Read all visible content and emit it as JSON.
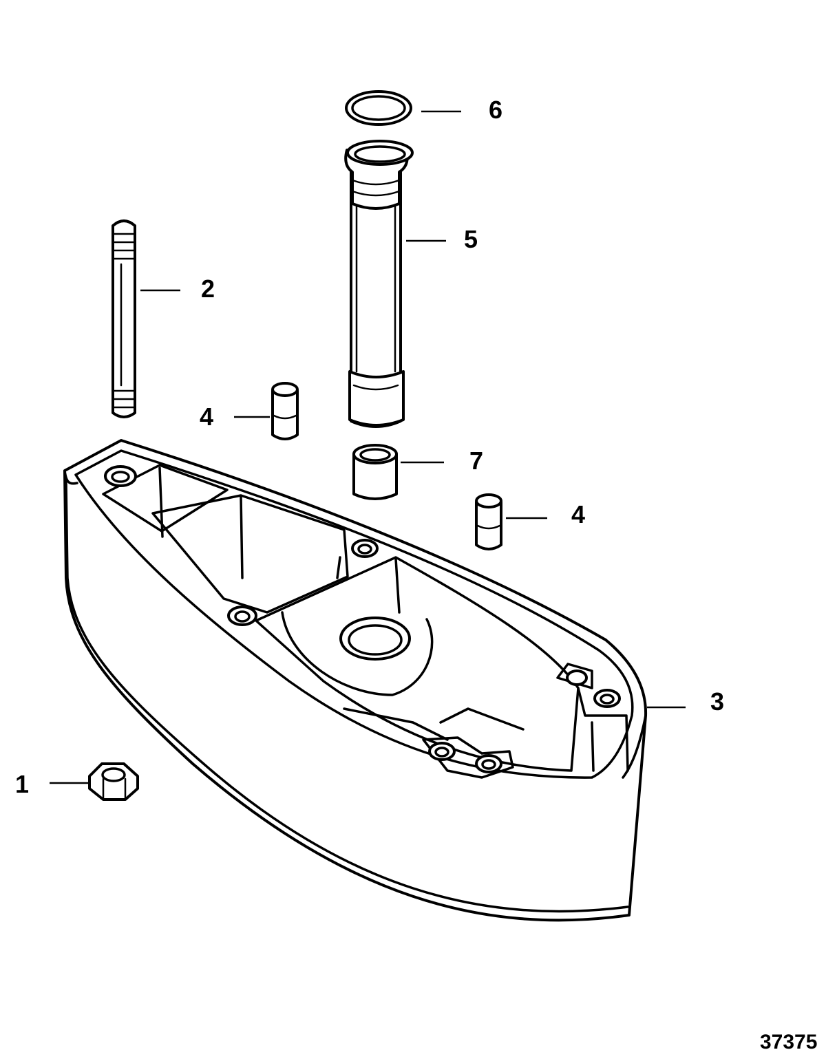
{
  "callouts": {
    "c1": "1",
    "c2": "2",
    "c3": "3",
    "c4a": "4",
    "c4b": "4",
    "c5": "5",
    "c6": "6",
    "c7": "7"
  },
  "figure_number": "37375"
}
